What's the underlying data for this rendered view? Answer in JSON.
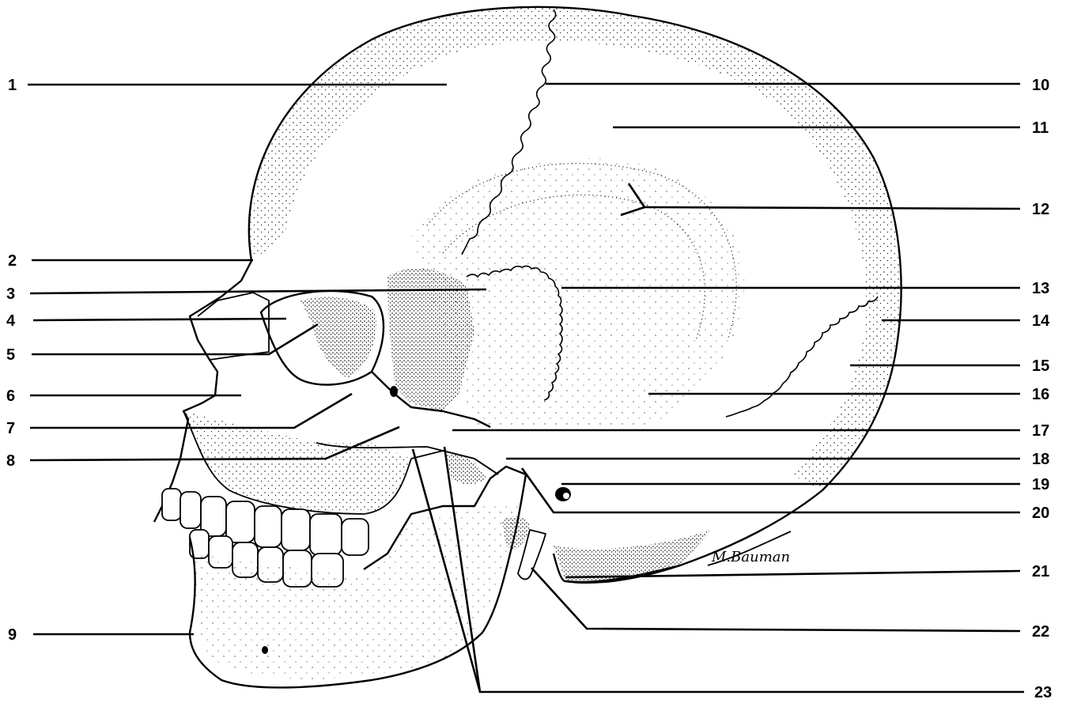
{
  "labels": [
    {
      "id": "1",
      "text": "1"
    },
    {
      "id": "2",
      "text": "2"
    },
    {
      "id": "3",
      "text": "3"
    },
    {
      "id": "4",
      "text": "4"
    },
    {
      "id": "5",
      "text": "5"
    },
    {
      "id": "6",
      "text": "6"
    },
    {
      "id": "7",
      "text": "7"
    },
    {
      "id": "8",
      "text": "8"
    },
    {
      "id": "9",
      "text": "9"
    },
    {
      "id": "10",
      "text": "10"
    },
    {
      "id": "11",
      "text": "11"
    },
    {
      "id": "12",
      "text": "12"
    },
    {
      "id": "13",
      "text": "13"
    },
    {
      "id": "14",
      "text": "14"
    },
    {
      "id": "15",
      "text": "15"
    },
    {
      "id": "16",
      "text": "16"
    },
    {
      "id": "17",
      "text": "17"
    },
    {
      "id": "18",
      "text": "18"
    },
    {
      "id": "19",
      "text": "19"
    },
    {
      "id": "20",
      "text": "20"
    },
    {
      "id": "21",
      "text": "21"
    },
    {
      "id": "22",
      "text": "22"
    },
    {
      "id": "23",
      "text": "23"
    }
  ],
  "signature": "M.Bauman",
  "colors": {
    "ink": "#000000",
    "paper": "#ffffff"
  }
}
